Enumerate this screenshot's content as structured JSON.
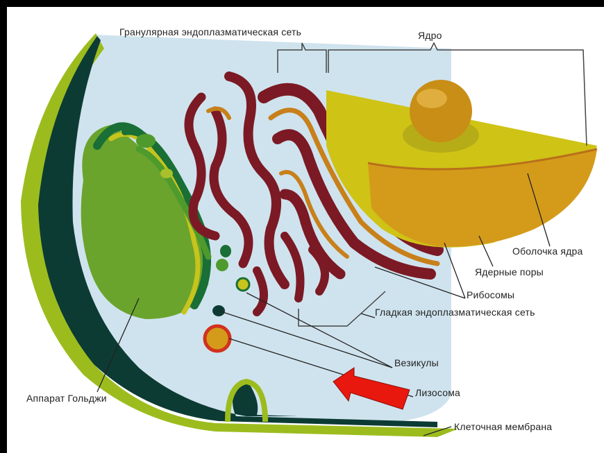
{
  "labels": {
    "rough_er": "Гранулярная эндоплазматическая сеть",
    "nucleus": "Ядро",
    "nuclear_envelope": "Оболочка ядра",
    "nuclear_pores": "Ядерные поры",
    "ribosomes": "Рибосомы",
    "smooth_er": "Гладкая эндоплазматическая сеть",
    "vesicles": "Везикулы",
    "lysosome": "Лизосома",
    "golgi": "Аппарат Гольджи",
    "cell_membrane": "Клеточная мембрана"
  },
  "colors": {
    "background": "#000000",
    "cytoplasm": "#cfe3ee",
    "membrane_dark": "#0c3b34",
    "membrane_outer": "#9cbc1e",
    "golgi_green": "#6aa42d",
    "golgi_dark": "#196f35",
    "er_dark": "#7b1a24",
    "er_orange": "#c8801a",
    "nucleus_yellow": "#cfc316",
    "nucleus_orange": "#d49b1a",
    "nucleolus": "#c88e15",
    "arrow_red": "#e8180f"
  },
  "icons": {
    "pointer": "red-arrow-icon"
  }
}
